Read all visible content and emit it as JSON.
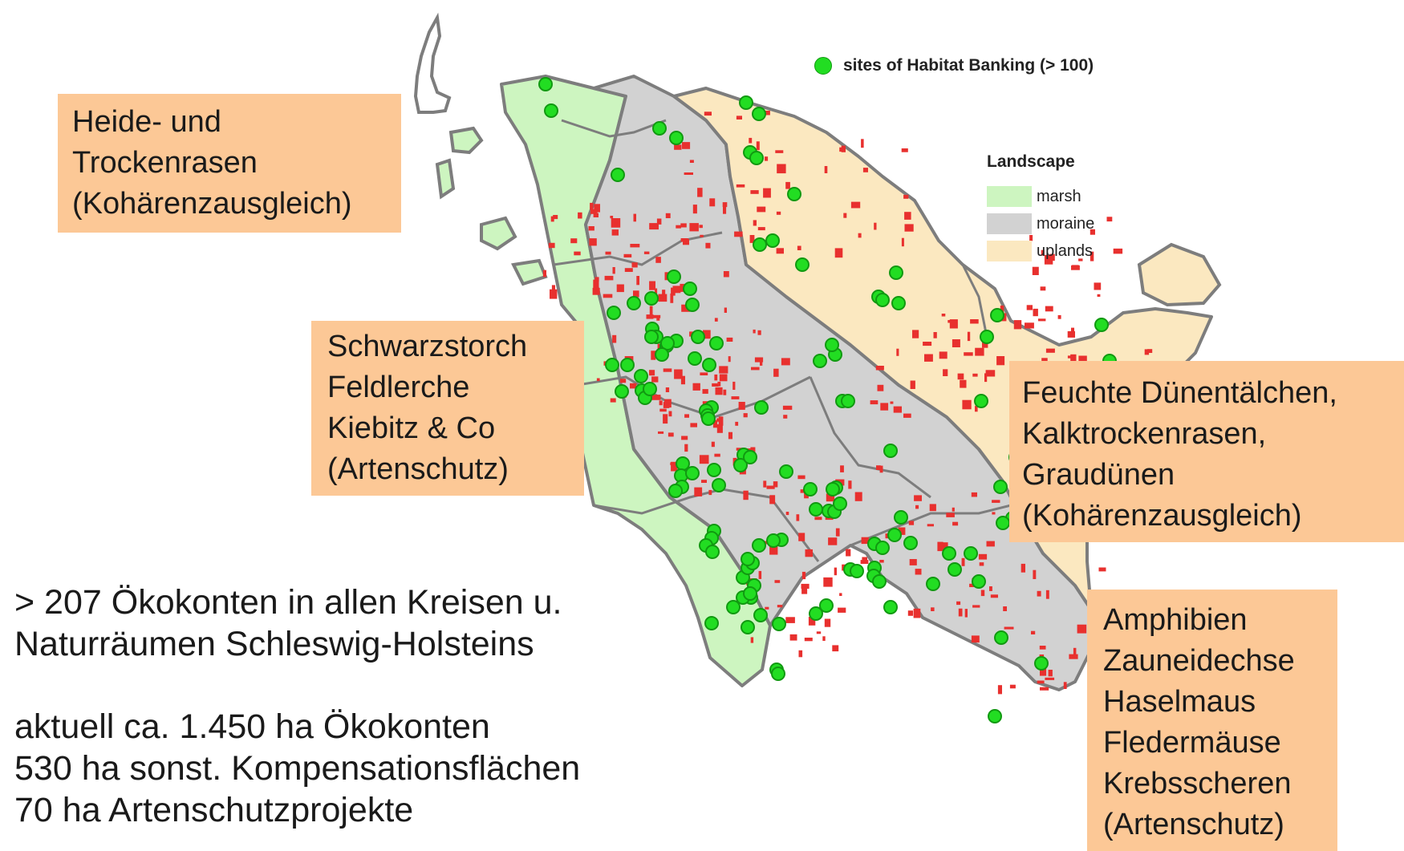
{
  "legend": {
    "points_label": "sites of Habitat Banking (> 100)",
    "landscape_title": "Landscape",
    "landscape_items": [
      {
        "label": "marsh",
        "color": "#cdf5c0"
      },
      {
        "label": "moraine",
        "color": "#d2d2d2"
      },
      {
        "label": "uplands",
        "color": "#fbe8c0"
      }
    ]
  },
  "colors": {
    "site_point": "#22dd22",
    "site_point_outline": "#119911",
    "habitat_patch": "#e8302e",
    "boundary": "#7d7d7d",
    "note_box": "#fcc896"
  },
  "notes": {
    "heide": "Heide- und\nTrockenrasen\n(Kohärenzausgleich)",
    "schwarzstorch": "Schwarzstorch\nFeldlerche\nKiebitz & Co\n(Artenschutz)",
    "feuchte": "Feuchte Dünentälchen,\nKalktrockenrasen,\nGraudünen\n(Kohärenzausgleich)",
    "amphibien": "Amphibien\nZauneidechse\nHaselmaus\nFledermäuse\nKrebsscheren\n(Artenschutz)"
  },
  "stats": {
    "count": "> 207 Ökokonten in allen Kreisen u.\nNaturräumen Schleswig-Holsteins",
    "areas": "aktuell ca. 1.450 ha Ökokonten\n530 ha sonst. Kompensationsflächen\n70 ha Artenschutzprojekte"
  }
}
